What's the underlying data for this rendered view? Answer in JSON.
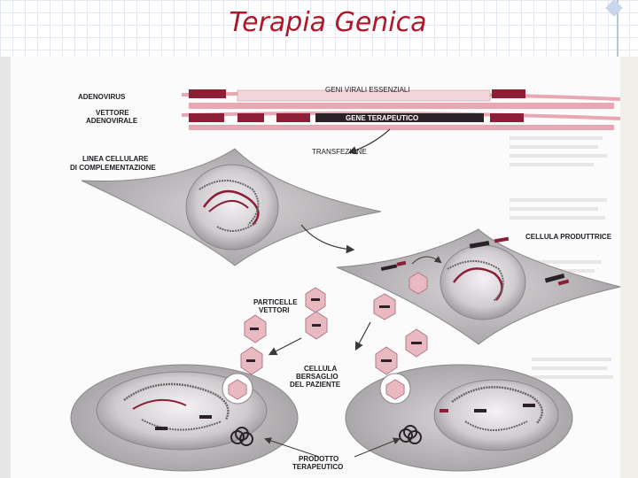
{
  "slide": {
    "title": "Terapia Genica"
  },
  "diagram": {
    "labels": {
      "adenovirus": "ADENOVIRUS",
      "vettore_line1": "VETTORE",
      "vettore_line2": "ADENOVIRALE",
      "geni_virali": "GENI VIRALI ESSENZIALI",
      "gene_terapeutico": "GENE TERAPEUTICO",
      "transfezione": "TRANSFEZIONE",
      "linea_line1": "LINEA CELLULARE",
      "linea_line2": "DI COMPLEMENTAZIONE",
      "cellula_produttrice": "CELLULA PRODUTTRICE",
      "particelle_line1": "PARTICELLE",
      "particelle_line2": "VETTORI",
      "bersaglio_line1": "CELLULA",
      "bersaglio_line2": "BERSAGLIO",
      "bersaglio_line3": "DEL PAZIENTE",
      "prodotto_line1": "PRODOTTO",
      "prodotto_line2": "TERAPEUTICO"
    },
    "colors": {
      "dna_dark": "#8c1f36",
      "dna_light": "#e7a8b4",
      "gene_black": "#2a2226",
      "cell_gray": "#a9a7a9",
      "particle_pink": "#e9b9c2"
    }
  }
}
